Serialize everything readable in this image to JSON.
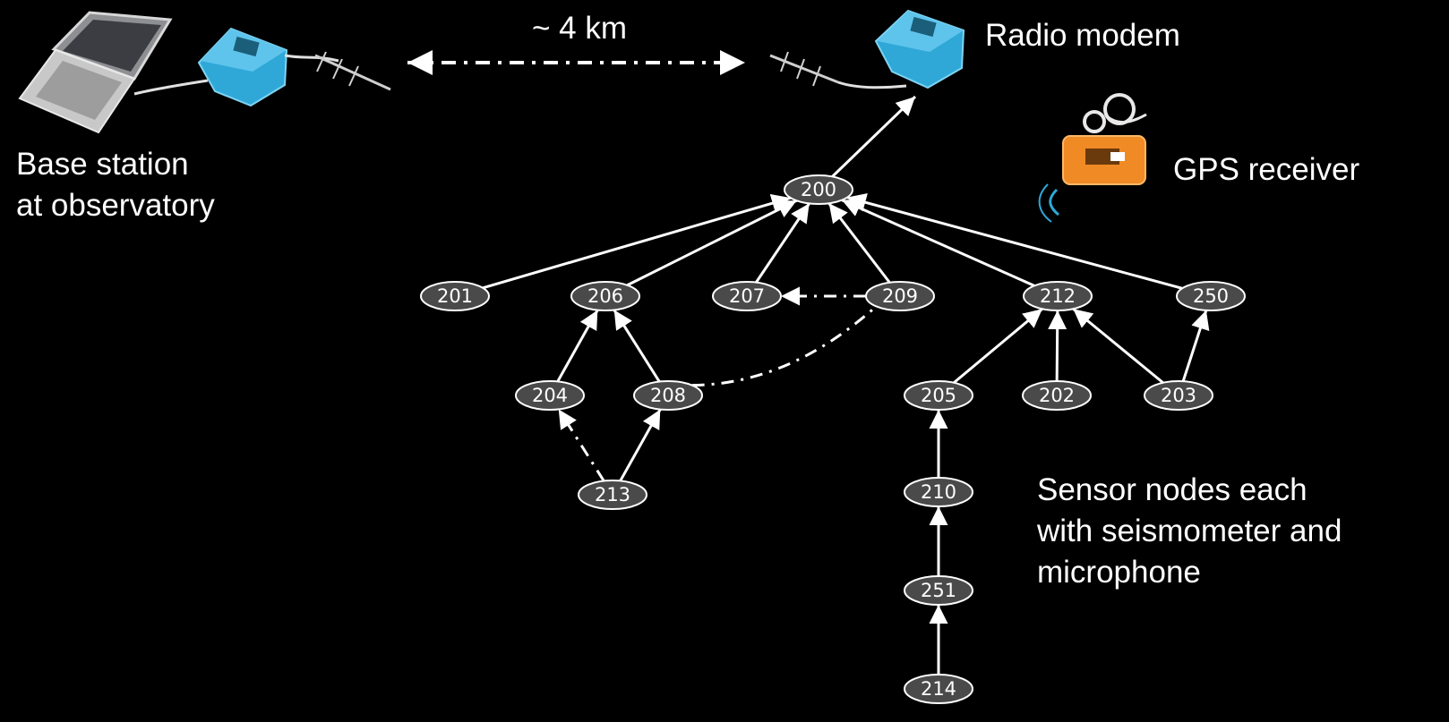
{
  "labels": {
    "distance": "~ 4 km",
    "radio_modem": "Radio modem",
    "gps_receiver": "GPS receiver",
    "base_station_line1": "Base station",
    "base_station_line2": "at observatory",
    "sensor_line1": "Sensor nodes each",
    "sensor_line2": "with seismometer and",
    "sensor_line3": "microphone"
  },
  "nodes": [
    {
      "id": "200",
      "label": "200"
    },
    {
      "id": "201",
      "label": "201"
    },
    {
      "id": "206",
      "label": "206"
    },
    {
      "id": "207",
      "label": "207"
    },
    {
      "id": "209",
      "label": "209"
    },
    {
      "id": "212",
      "label": "212"
    },
    {
      "id": "250",
      "label": "250"
    },
    {
      "id": "204",
      "label": "204"
    },
    {
      "id": "208",
      "label": "208"
    },
    {
      "id": "205",
      "label": "205"
    },
    {
      "id": "202",
      "label": "202"
    },
    {
      "id": "203",
      "label": "203"
    },
    {
      "id": "213",
      "label": "213"
    },
    {
      "id": "210",
      "label": "210"
    },
    {
      "id": "251",
      "label": "251"
    },
    {
      "id": "214",
      "label": "214"
    }
  ],
  "links": [
    {
      "from": "201",
      "to": "200"
    },
    {
      "from": "206",
      "to": "200"
    },
    {
      "from": "207",
      "to": "200"
    },
    {
      "from": "209",
      "to": "200"
    },
    {
      "from": "212",
      "to": "200"
    },
    {
      "from": "250",
      "to": "200"
    },
    {
      "from": "204",
      "to": "206"
    },
    {
      "from": "208",
      "to": "206"
    },
    {
      "from": "213",
      "to": "204",
      "style": "dashed"
    },
    {
      "from": "213",
      "to": "208"
    },
    {
      "from": "209",
      "to": "207",
      "style": "dashed"
    },
    {
      "from": "208",
      "to": "209",
      "style": "dashed"
    },
    {
      "from": "205",
      "to": "212"
    },
    {
      "from": "202",
      "to": "212"
    },
    {
      "from": "203",
      "to": "212"
    },
    {
      "from": "203",
      "to": "250"
    },
    {
      "from": "210",
      "to": "205"
    },
    {
      "from": "251",
      "to": "210"
    },
    {
      "from": "214",
      "to": "251"
    },
    {
      "from": "200",
      "to": "radio-modem"
    }
  ],
  "icons": [
    "laptop-icon",
    "radio-modem-icon",
    "antenna-icon",
    "gps-receiver-icon"
  ],
  "colors": {
    "background": "#000000",
    "node_fill": "#4a4a4a",
    "line": "#ffffff",
    "modem": "#2fa8d8",
    "gps": "#f08a24"
  }
}
